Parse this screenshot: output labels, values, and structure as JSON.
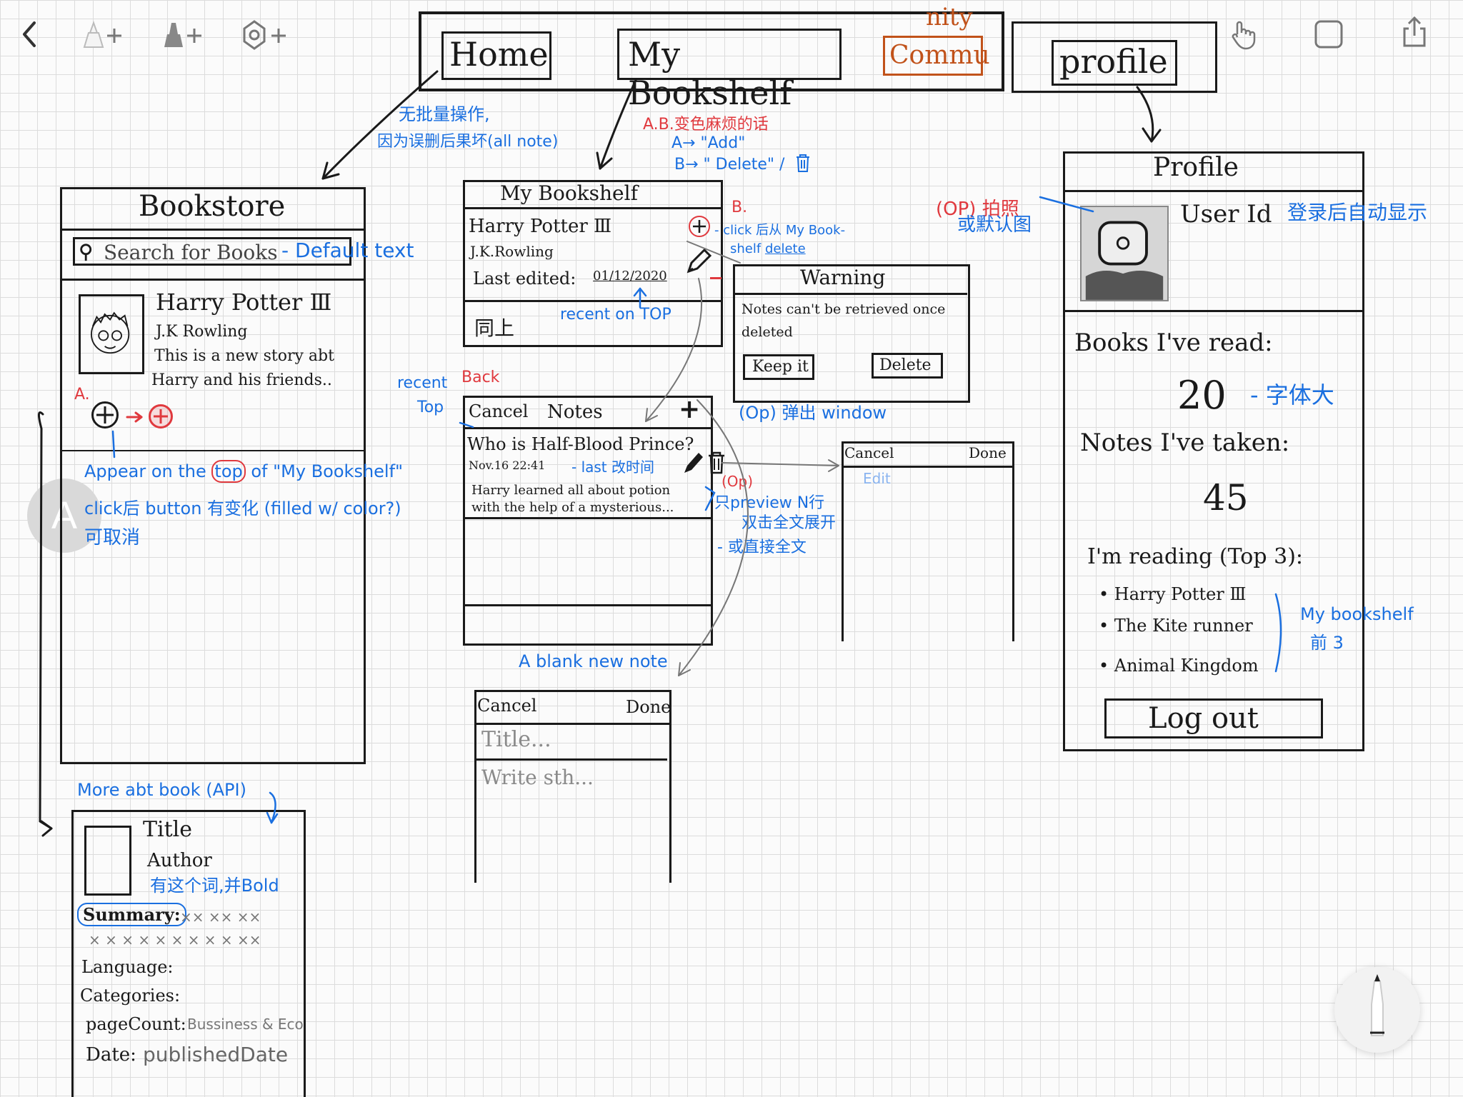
{
  "toolbar": {
    "back_icon": "chevron-left-icon",
    "tool1_icon": "highlighter-add-icon",
    "tool2_icon": "marker-add-icon",
    "tool3_icon": "lasso-add-icon",
    "hand_icon": "touch-hand-icon",
    "shape_icon": "rounded-square-icon",
    "share_icon": "share-icon",
    "pencil_icon": "pencil-icon",
    "user_badge": "A",
    "accent_color": "#1a6fe0",
    "badge_color": "#d9d9d9"
  },
  "nav": {
    "home": "Home",
    "bookshelf": "My Bookshelf",
    "community_tab": "Commu",
    "community_note": "nity",
    "profile": "profile"
  },
  "bookstore": {
    "title": "Bookstore",
    "search_placeholder": "Search for Books",
    "search_note": "- Default text",
    "book_title": "Harry Potter Ⅲ",
    "book_author": "J.K Rowling",
    "book_desc_1": "This is a new story abt",
    "book_desc_2": "Harry and his friends..",
    "label_a": "A.",
    "appear_note_prefix": "Appear on the",
    "appear_note_top": "top",
    "appear_note_suffix": "of \"My Bookshelf\"",
    "click_note": "click后 button 有变化 (filled w/ color?)",
    "cancel_note": "可取消",
    "no_batch_note_1": "无批量操作,",
    "no_batch_note_2": "因为误删后果坏(all note)"
  },
  "bookshelf": {
    "title": "My Bookshelf",
    "book_title": "Harry Potter Ⅲ",
    "book_author": "J.K.Rowling",
    "last_edited_label": "Last edited:",
    "last_edited_date": "01/12/2020",
    "same_label": "同上",
    "recent_note": "recent on TOP",
    "ab_note_1": "A.B.变色麻烦的话",
    "ab_note_2": "A→ \"Add\"",
    "ab_note_3": "B→ \" Delete\" /",
    "label_b": "B.",
    "click_delete_note_1": "- click 后从 My Book-",
    "click_delete_note_2": "shelf",
    "click_delete_note_3": "delete"
  },
  "warning": {
    "title": "Warning",
    "body_1": "Notes can't be retrieved once",
    "body_2": "deleted",
    "keep_button": "Keep it",
    "delete_button": "Delete",
    "popup_note": "(Op) 弹出 window"
  },
  "notes": {
    "cancel": "Cancel",
    "title": "Notes",
    "add": "+",
    "note_title": "Who is Half-Blood Prince?",
    "note_date": "Nov.16 22:41",
    "note_date_note": "- last 改时间",
    "note_body_1": "Harry learned all about potion",
    "note_body_2": "with the help of a mysterious...",
    "recent_top_note_1": "recent",
    "recent_top_note_2": "Top",
    "back_note": "Back",
    "op_note": "(Op)",
    "preview_note_1": "只preview N行",
    "preview_note_2": "双击全文展开",
    "preview_note_3": "- 或直接全文"
  },
  "edit_panel": {
    "cancel": "Cancel",
    "done": "Done",
    "edit_note": "Edit"
  },
  "new_note": {
    "label": "A blank new note",
    "cancel": "Cancel",
    "done": "Done",
    "title_placeholder": "Title...",
    "body_placeholder": "Write sth..."
  },
  "profile": {
    "title": "Profile",
    "user_id": "User Id",
    "user_id_note": "登录后自动显示",
    "photo_note_1": "(OP) 拍照",
    "photo_note_2": "或默认图",
    "books_label": "Books I've read:",
    "books_value": "20",
    "big_font_note": "- 字体大",
    "notes_label": "Notes I've taken:",
    "notes_value": "45",
    "reading_label": "I'm reading (Top 3):",
    "reading": [
      "Harry Potter Ⅲ",
      "The Kite runner",
      "Animal Kingdom"
    ],
    "reading_note_1": "My bookshelf",
    "reading_note_2": "前 3",
    "logout": "Log out"
  },
  "detail": {
    "api_note": "More abt book (API)",
    "title": "Title",
    "author": "Author",
    "bold_note": "有这个词,并Bold",
    "summary_label": "Summary:",
    "summary_x1": "×× ×× ××",
    "summary_x2": "× × × × × × × × × ××",
    "language": "Language:",
    "categories": "Categories:",
    "page_count": "pageCount:",
    "page_count_value": "Bussiness & Econ",
    "date_label": "Date:",
    "date_value": "publishedDate"
  }
}
